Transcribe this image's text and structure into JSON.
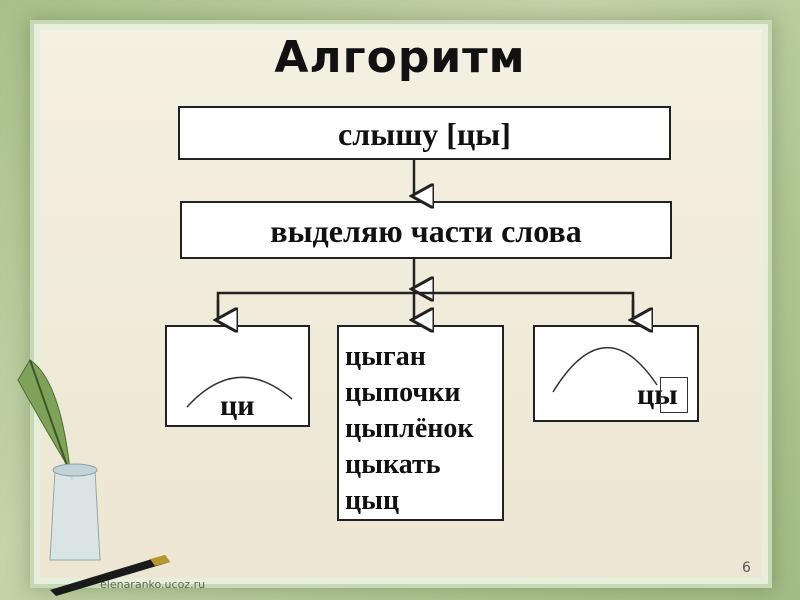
{
  "title": "Алгоритм",
  "steps": {
    "step1": "слышу [цы]",
    "step2": "выделяю части слова"
  },
  "branches": {
    "left_label": "ци",
    "middle_words": [
      "цыган",
      "цыпочки",
      "цыплёнок",
      "цыкать",
      "цыц"
    ],
    "right_label": "цы"
  },
  "footer": {
    "site": "elenaranko.ucoz.ru",
    "page_number": "6"
  },
  "colors": {
    "background_green": "#b5c99a",
    "panel": "#f4f0e2",
    "box_border": "#222222"
  },
  "icons": {
    "decoration": "quill-pen-icon",
    "pen": "fountain-pen-icon"
  }
}
